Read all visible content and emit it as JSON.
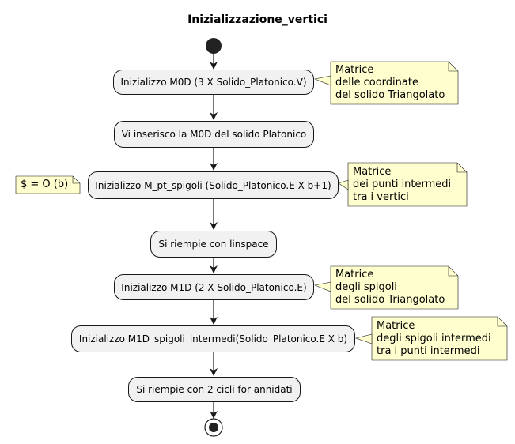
{
  "title": "Inizializzazione_vertici",
  "activities": [
    "Inizializzo M0D (3 X Solido_Platonico.V)",
    "Vi inserisco la M0D del solido Platonico",
    "Inizializzo M_pt_spigoli (Solido_Platonico.E X b+1)",
    "Si riempie con linspace",
    "Inizializzo M1D (2 X Solido_Platonico.E)",
    "Inizializzo M1D_spigoli_intermedi(Solido_Platonico.E X b)",
    "Si riempie con 2 cicli for annidati"
  ],
  "notes": [
    {
      "lines": [
        "Matrice",
        "delle coordinate",
        "del solido Triangolato"
      ]
    },
    {
      "lines": [
        "$ = O (b)"
      ]
    },
    {
      "lines": [
        "Matrice",
        "dei punti intermedi",
        "tra i vertici"
      ]
    },
    {
      "lines": [
        "Matrice",
        "degli spigoli",
        "del solido Triangolato"
      ]
    },
    {
      "lines": [
        "Matrice",
        "degli spigoli intermedi",
        "tra i punti intermedi"
      ]
    }
  ],
  "colors": {
    "activity_fill": "#f1f1f1",
    "activity_border": "#181818",
    "note_fill": "#fefece",
    "note_border": "#181818"
  }
}
